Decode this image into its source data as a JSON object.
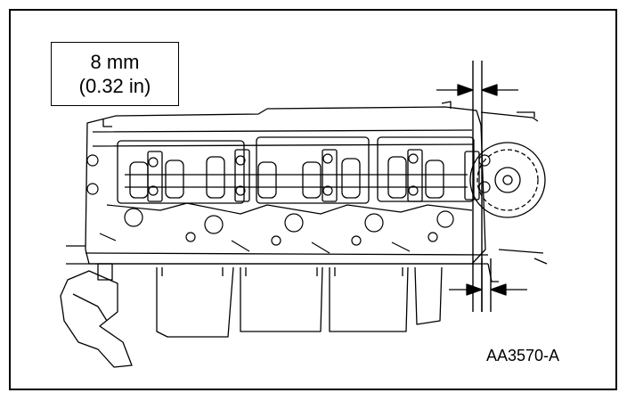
{
  "callout": {
    "metric": "8 mm",
    "imperial": "(0.32 in)"
  },
  "figure_id": "AA3570-A",
  "colors": {
    "line": "#000000",
    "background": "#ffffff"
  }
}
